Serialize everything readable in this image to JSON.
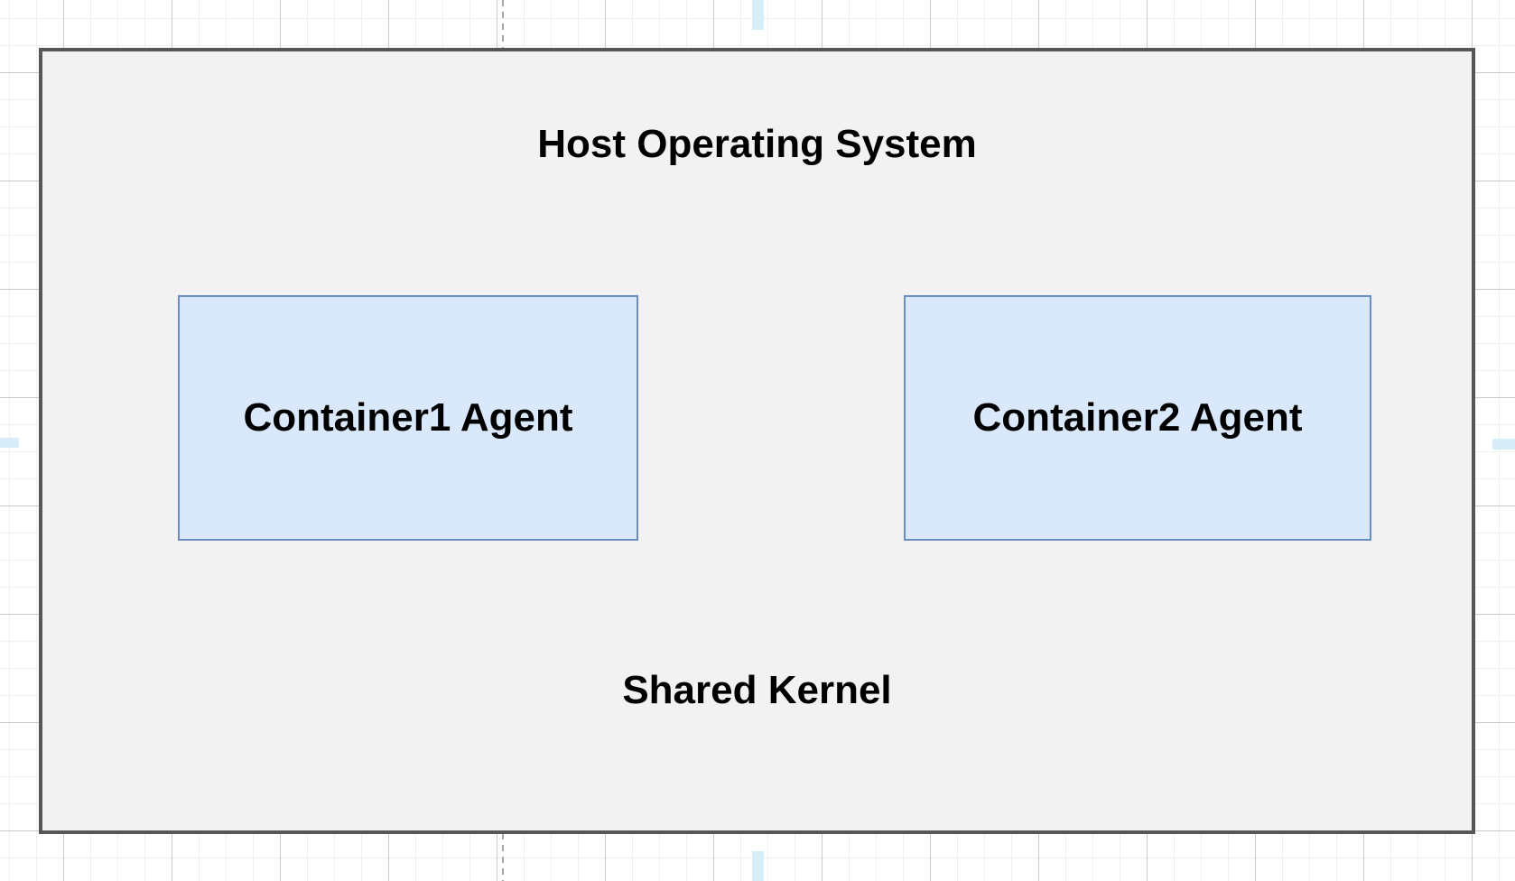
{
  "diagram": {
    "host_box": {
      "label": "Host Operating System"
    },
    "containers": [
      {
        "label": "Container1 Agent"
      },
      {
        "label": "Container2 Agent"
      }
    ],
    "kernel_label": "Shared Kernel"
  },
  "colors": {
    "container_fill": "#dae8fc",
    "container_border": "#6c8ebf",
    "host_fill": "#f2f2f2",
    "host_border": "#575757",
    "grid_minor_line": "#efefef",
    "grid_major_line": "#c9c9c9",
    "page_guide_dash": "#a6a6a6",
    "edge_marker": "#d7edf8",
    "text": "#000000"
  }
}
